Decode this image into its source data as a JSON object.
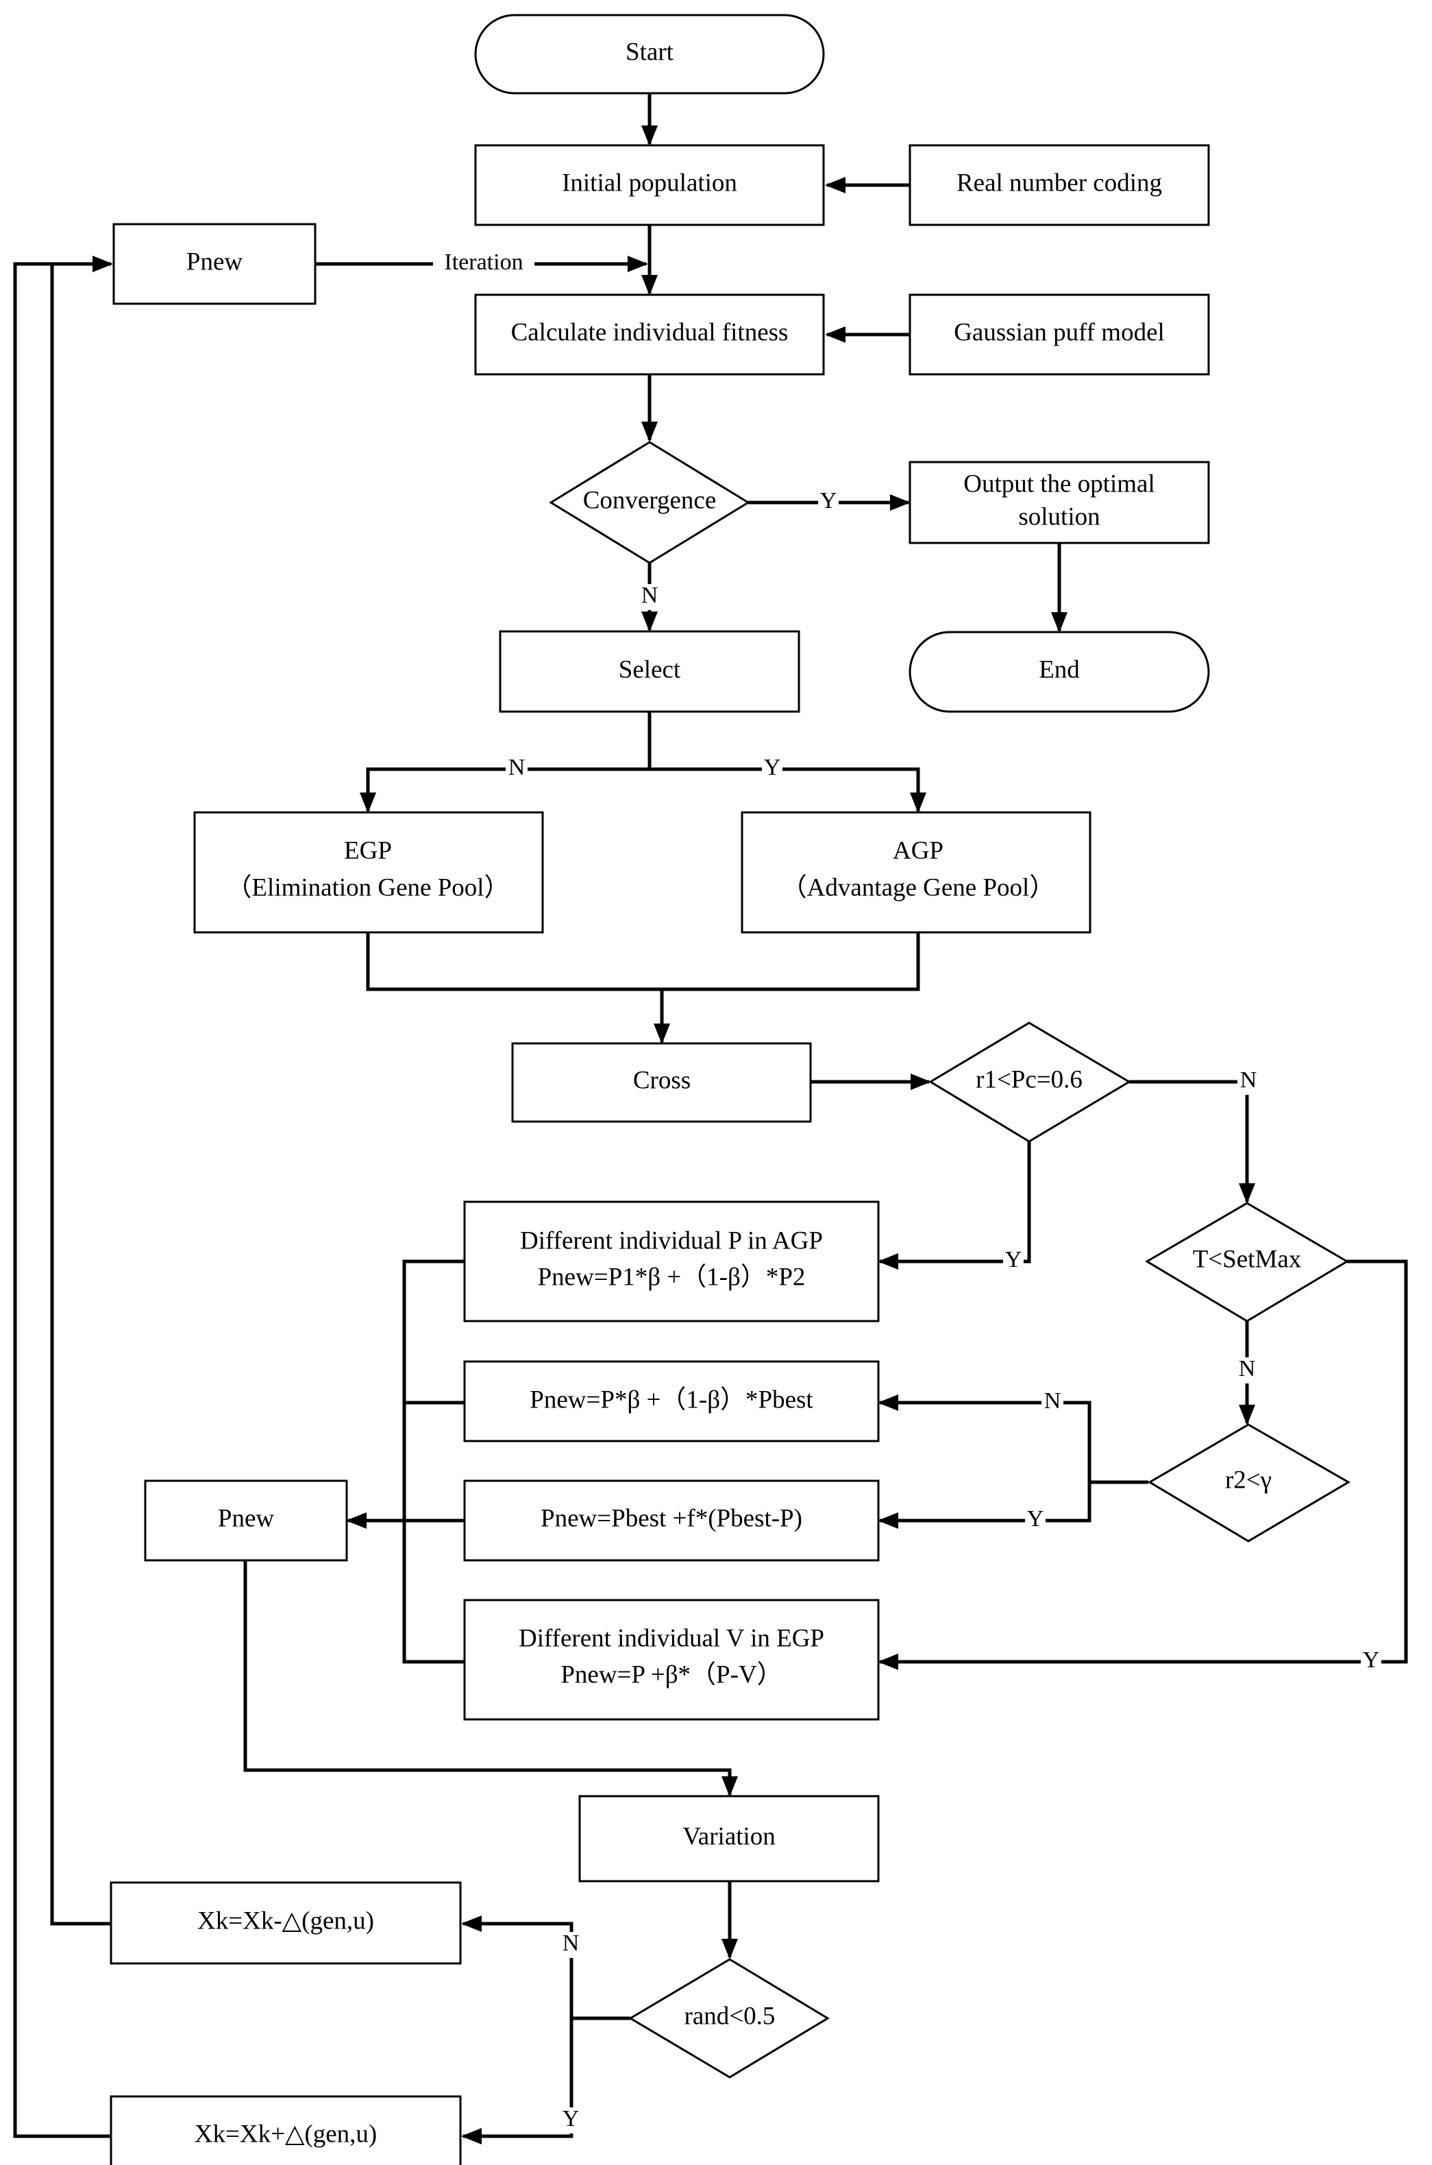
{
  "nodes": {
    "start": "Start",
    "initial_population": "Initial population",
    "real_number_coding": "Real number coding",
    "pnew_top": "Pnew",
    "calculate_fitness": "Calculate individual fitness",
    "gaussian_puff": "Gaussian puff model",
    "convergence": "Convergence",
    "output_line1": "Output the optimal",
    "output_line2": "solution",
    "end": "End",
    "select": "Select",
    "egp_line1": "EGP",
    "egp_line2": "（Elimination Gene Pool）",
    "agp_line1": "AGP",
    "agp_line2": "（Advantage Gene Pool）",
    "cross": "Cross",
    "r1_condition": "r1<Pc=0.6",
    "t_condition": "T<SetMax",
    "r2_condition": "r2<γ",
    "agp_formula_line1": "Different individual P in AGP",
    "agp_formula_line2": "Pnew=P1*β +（1-β）*P2",
    "pbest_formula1": "Pnew=P*β +（1-β）*Pbest",
    "pbest_formula2": "Pnew=Pbest +f*(Pbest-P)",
    "egp_formula_line1": "Different individual V in EGP",
    "egp_formula_line2": "Pnew=P +β*（P-V）",
    "pnew_middle": "Pnew",
    "variation": "Variation",
    "rand_condition": "rand<0.5",
    "xk_minus": "Xk=Xk-△(gen,u)",
    "xk_plus": "Xk=Xk+△(gen,u)"
  },
  "edge_labels": {
    "iteration": "Iteration",
    "convergence_yes": "Y",
    "convergence_no": "N",
    "select_no": "N",
    "select_yes": "Y",
    "r1_no": "N",
    "r1_yes": "Y",
    "t_no": "N",
    "t_yes": "Y",
    "r2_no": "N",
    "r2_yes": "Y",
    "rand_no": "N",
    "rand_yes": "Y"
  }
}
